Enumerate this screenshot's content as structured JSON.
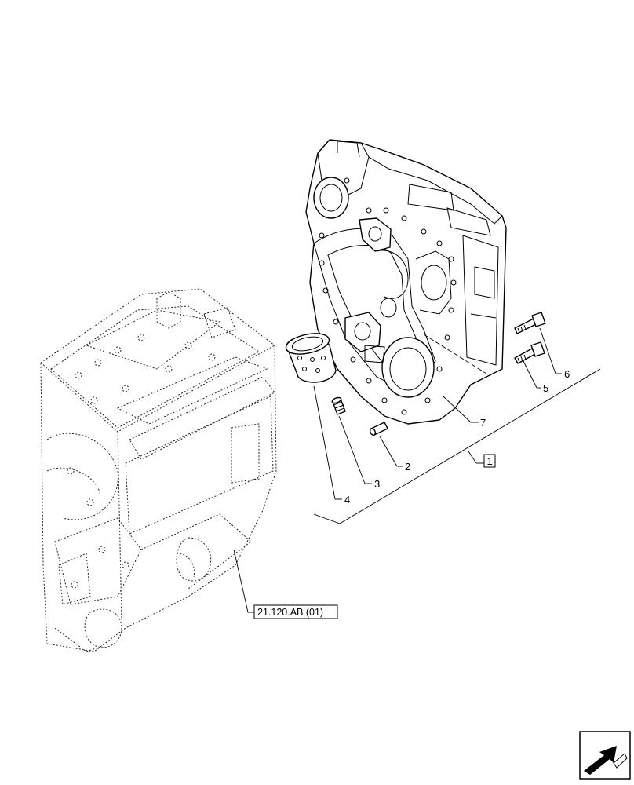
{
  "callouts": {
    "c1": "1",
    "c2": "2",
    "c3": "3",
    "c4": "4",
    "c5": "5",
    "c6": "6",
    "c7": "7"
  },
  "reference": "21.120.AB (01)",
  "icons": {
    "nav_arrow": "arrow-icon"
  }
}
